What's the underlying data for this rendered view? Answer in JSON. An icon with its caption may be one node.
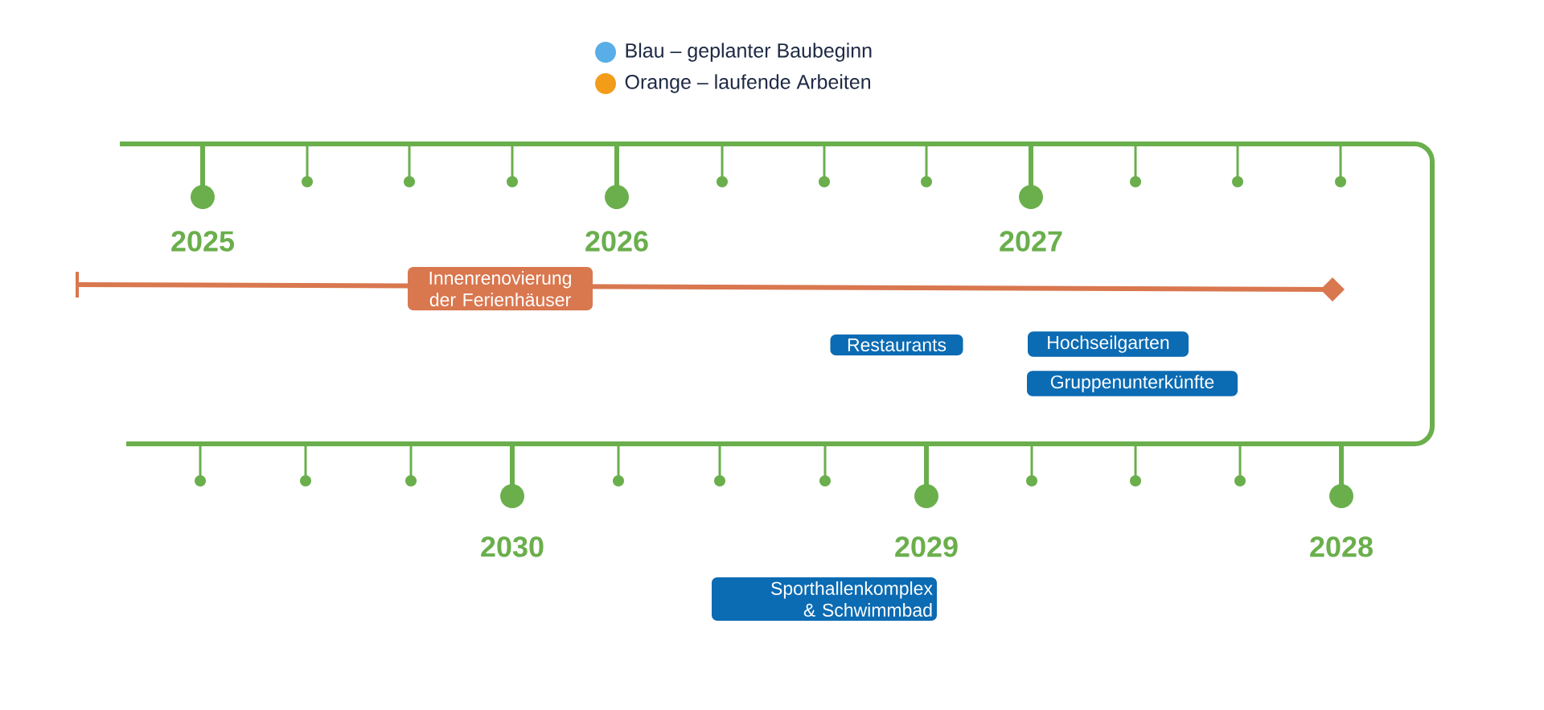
{
  "diagram": {
    "nodes": [
      {
        "text": [
          "Innenrenovierung der Ferienhäuser"
        ]
      },
      {
        "text": [
          "Restaurants"
        ]
      },
      {
        "text": [
          "Hochseilgarten"
        ]
      },
      {
        "text": [
          "Gruppenunterkünfte"
        ]
      },
      {
        "text": [
          "Sporthallenkomplex & Schwimmbad"
        ]
      }
    ],
    "edges": [],
    "labels": [
      "2025",
      "2026",
      "2027",
      "2030",
      "2029",
      "2028"
    ],
    "legend": [
      {
        "text": "Blau – geplanter Baubeginn",
        "color": "#5aaee8"
      },
      {
        "text": "Orange – laufende Arbeiten",
        "color": "#f39c1a"
      }
    ]
  }
}
